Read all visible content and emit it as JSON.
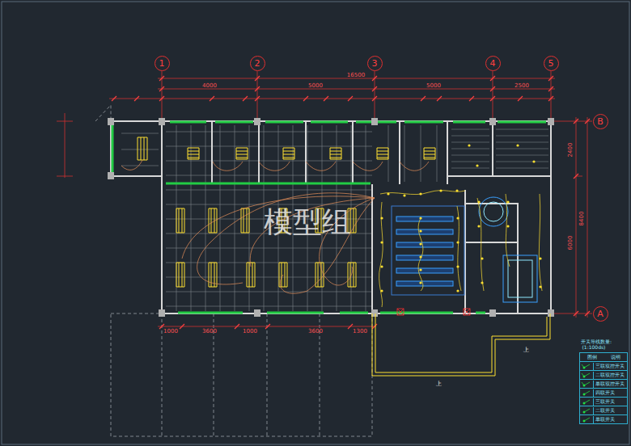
{
  "diagram": {
    "nodes": [
      {
        "text": [
          "1"
        ]
      },
      {
        "text": [
          "2"
        ]
      },
      {
        "text": [
          "3"
        ]
      },
      {
        "text": [
          "4"
        ]
      },
      {
        "text": [
          "5"
        ]
      },
      {
        "text": [
          "B"
        ]
      },
      {
        "text": [
          "A"
        ]
      }
    ],
    "labels": [
      "16500",
      "4000",
      "5000",
      "5000",
      "2500",
      "1000",
      "3600",
      "1000",
      "3600",
      "1300",
      "2400",
      "6000",
      "8400",
      "上",
      "上",
      "模型组",
      "开关导线数量:",
      "(1:100ds)",
      "图例",
      "说明"
    ],
    "legend": [
      {
        "text": "三联双控开关"
      },
      {
        "text": "二联双控开关"
      },
      {
        "text": "单联双控开关"
      },
      {
        "text": "四联开关"
      },
      {
        "text": "三联开关"
      },
      {
        "text": "二联开关"
      },
      {
        "text": "单联开关"
      }
    ]
  }
}
